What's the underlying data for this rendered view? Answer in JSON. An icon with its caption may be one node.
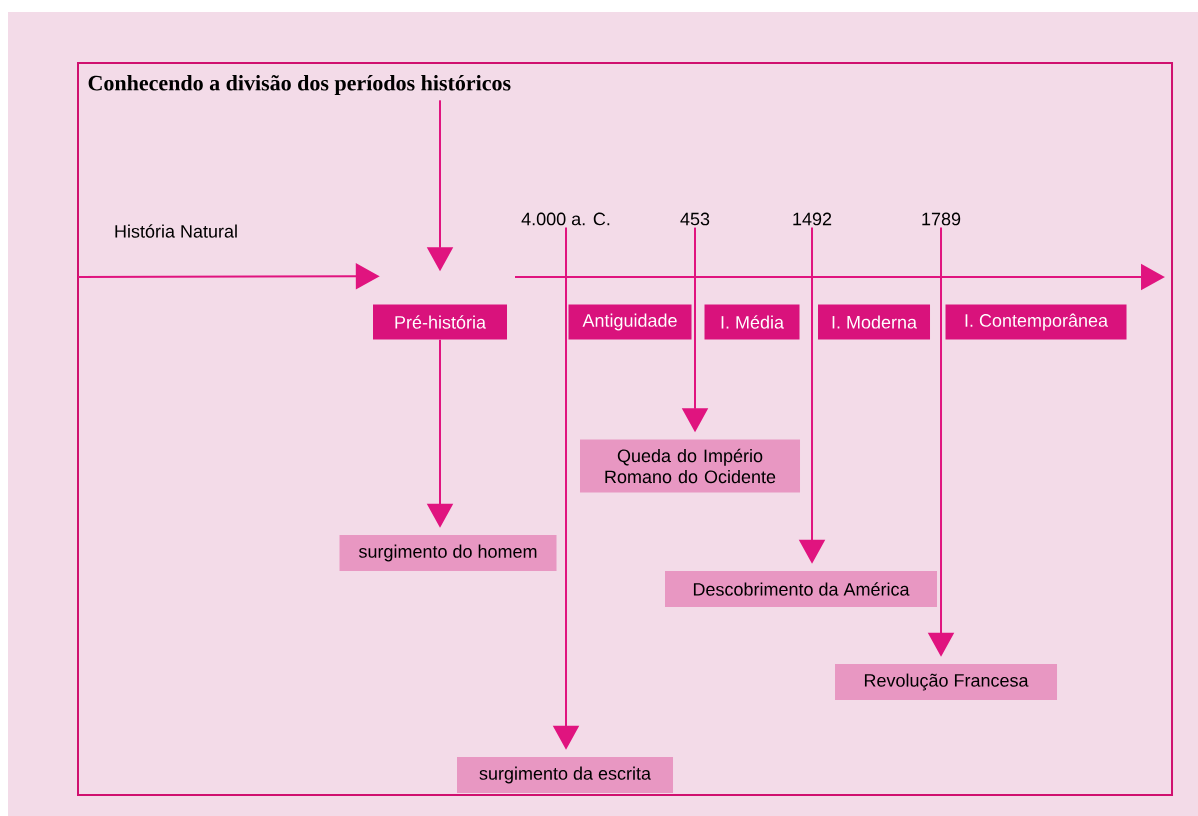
{
  "diagram": {
    "title": "Conhecendo a divisão dos períodos históricos",
    "nodes": [
      {
        "text": [
          "4.000 a. C."
        ]
      },
      {
        "text": [
          "453"
        ]
      },
      {
        "text": [
          "1492"
        ]
      },
      {
        "text": [
          "1789"
        ]
      },
      {
        "text": [
          "Pré-história"
        ]
      },
      {
        "text": [
          "Antiguidade"
        ]
      },
      {
        "text": [
          "I. Média"
        ]
      },
      {
        "text": [
          "I. Moderna"
        ]
      },
      {
        "text": [
          "I. Contemporânea"
        ]
      },
      {
        "text": [
          "Queda do Império Romano do Ocidente"
        ]
      },
      {
        "text": [
          "surgimento do homem"
        ]
      },
      {
        "text": [
          "Descobrimento da América"
        ]
      },
      {
        "text": [
          "Revolução Francesa"
        ]
      },
      {
        "text": [
          "surgimento da escrita"
        ]
      }
    ],
    "edges": [
      {
        "from": null,
        "to": 4,
        "arrow": "to",
        "label": "História Natural"
      },
      {
        "from": null,
        "to": 4,
        "arrow": "to"
      },
      {
        "from": 4,
        "to": 10,
        "arrow": "to"
      },
      {
        "from": 0,
        "to": 13,
        "arrow": "to"
      },
      {
        "from": 1,
        "to": 9,
        "arrow": "to"
      },
      {
        "from": 2,
        "to": 11,
        "arrow": "to"
      },
      {
        "from": 3,
        "to": 12,
        "arrow": "to"
      }
    ]
  }
}
